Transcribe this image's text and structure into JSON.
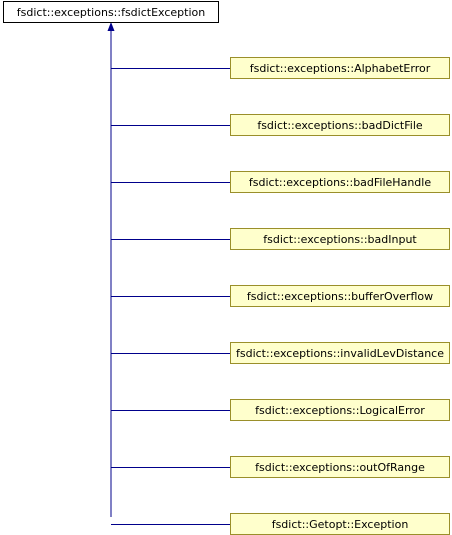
{
  "root": {
    "label": "fsdict::exceptions::fsdictException"
  },
  "children": [
    {
      "label": "fsdict::exceptions::AlphabetError"
    },
    {
      "label": "fsdict::exceptions::badDictFile"
    },
    {
      "label": "fsdict::exceptions::badFileHandle"
    },
    {
      "label": "fsdict::exceptions::badInput"
    },
    {
      "label": "fsdict::exceptions::bufferOverflow"
    },
    {
      "label": "fsdict::exceptions::invalidLevDistance"
    },
    {
      "label": "fsdict::exceptions::LogicalError"
    },
    {
      "label": "fsdict::exceptions::outOfRange"
    },
    {
      "label": "fsdict::Getopt::Exception"
    }
  ],
  "colors": {
    "edge": "#00008b",
    "child_fill": "#ffffcc",
    "child_border": "#9a8f2a",
    "root_fill": "#ffffff",
    "root_border": "#000000"
  }
}
